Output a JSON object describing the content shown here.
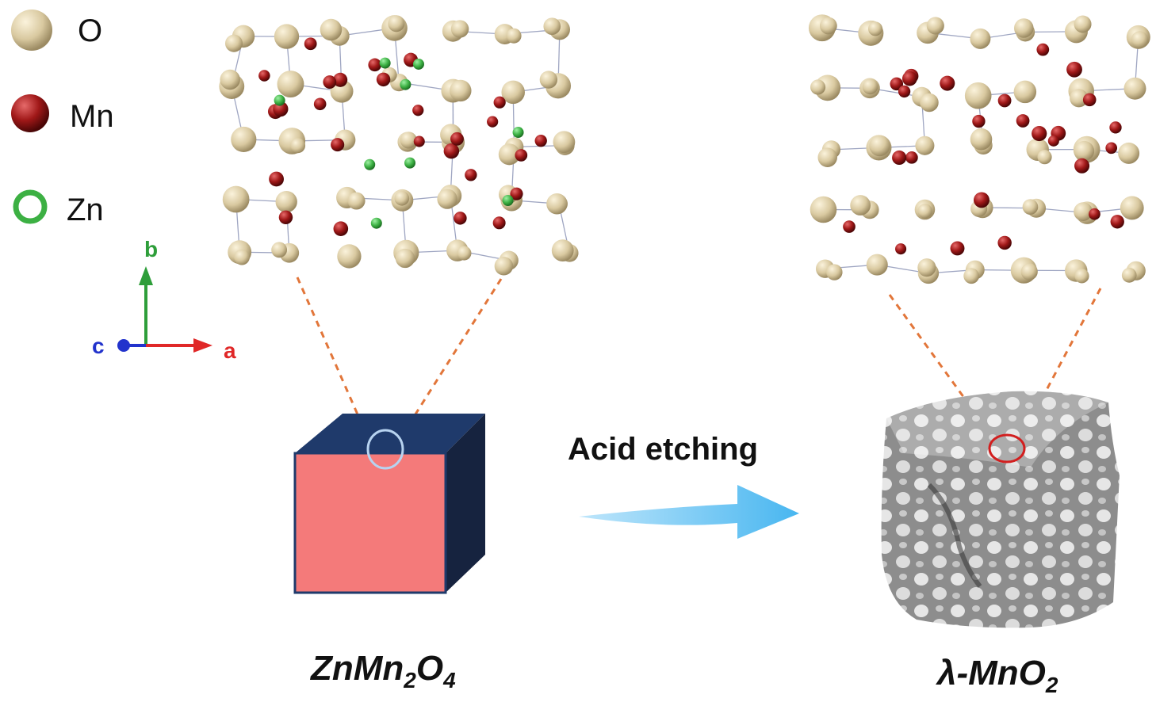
{
  "legend": {
    "items": [
      {
        "label": "O",
        "color": "#d9c9a0"
      },
      {
        "label": "Mn",
        "color": "#a01818"
      },
      {
        "label": "Zn",
        "color": "#3cb043"
      }
    ]
  },
  "axes": {
    "b": "b",
    "a": "a",
    "c": "c",
    "colors": {
      "b": "#2e9e3a",
      "a": "#e02828",
      "c": "#2233cc"
    }
  },
  "process": {
    "label": "Acid etching",
    "arrow_color": "#5ec2f2"
  },
  "reactant": {
    "formula_main": "ZnMn",
    "formula_sub1": "2",
    "formula_mid": "O",
    "formula_sub2": "4",
    "front_color": "#f47a7a",
    "top_color": "#1f3a6b",
    "side_color": "#16233f"
  },
  "product": {
    "formula_main": "λ-MnO",
    "formula_sub": "2"
  },
  "colors": {
    "oxygen": "#d9c9a0",
    "manganese": "#a01818",
    "zinc": "#3cb043",
    "zoom_line": "#e2763a"
  }
}
